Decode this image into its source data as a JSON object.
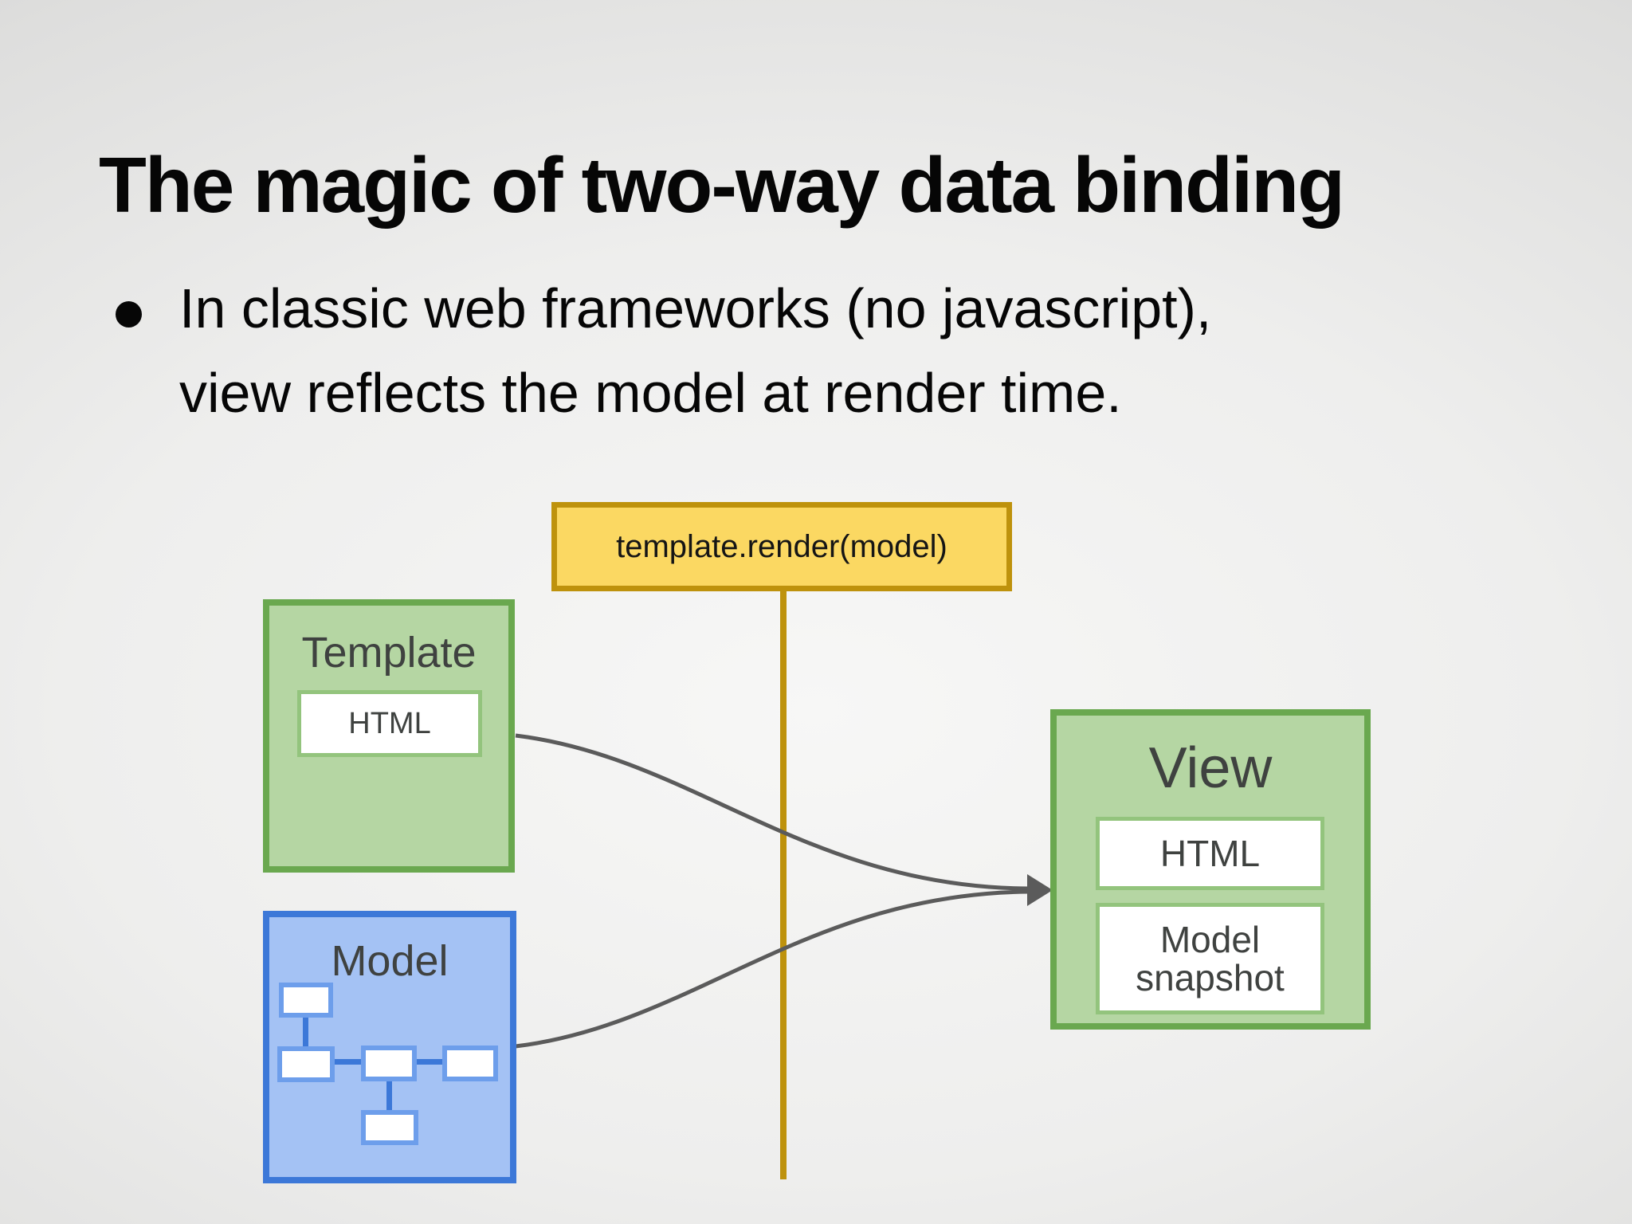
{
  "slide": {
    "title": "The magic of two-way data binding",
    "bullet": {
      "line1": "In classic web frameworks (no javascript),",
      "line2": "view reflects the model at render time."
    }
  },
  "diagram": {
    "render_call": {
      "label": "template.render(model)"
    },
    "template": {
      "label": "Template",
      "inner_label": "HTML"
    },
    "model": {
      "label": "Model"
    },
    "view": {
      "label": "View",
      "inner_html_label": "HTML",
      "inner_snapshot_label": "Model snapshot"
    },
    "colors": {
      "yellow_fill": "#FBD862",
      "yellow_border": "#BE920C",
      "green_fill": "#B5D6A3",
      "green_border": "#6AA84F",
      "green_inner_border": "#93C47D",
      "blue_fill": "#A4C2F4",
      "blue_border": "#3C78D8",
      "blue_inner_border": "#6D9EEB",
      "arrow": "#5B5B5B",
      "box_text": "#3f4240"
    }
  }
}
